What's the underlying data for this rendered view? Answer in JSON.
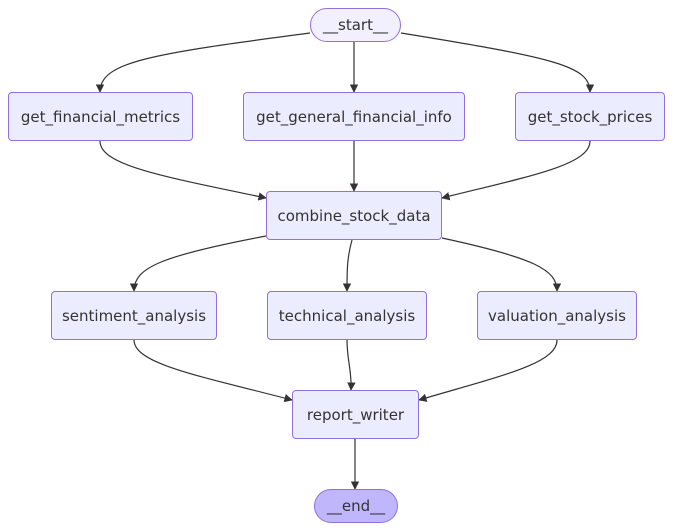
{
  "nodes": {
    "start": "__start__",
    "get_financial_metrics": "get_financial_metrics",
    "get_general_financial_info": "get_general_financial_info",
    "get_stock_prices": "get_stock_prices",
    "combine_stock_data": "combine_stock_data",
    "sentiment_analysis": "sentiment_analysis",
    "technical_analysis": "technical_analysis",
    "valuation_analysis": "valuation_analysis",
    "report_writer": "report_writer",
    "end": "__end__"
  },
  "edges": [
    [
      "start",
      "get_financial_metrics"
    ],
    [
      "start",
      "get_general_financial_info"
    ],
    [
      "start",
      "get_stock_prices"
    ],
    [
      "get_financial_metrics",
      "combine_stock_data"
    ],
    [
      "get_general_financial_info",
      "combine_stock_data"
    ],
    [
      "get_stock_prices",
      "combine_stock_data"
    ],
    [
      "combine_stock_data",
      "sentiment_analysis"
    ],
    [
      "combine_stock_data",
      "technical_analysis"
    ],
    [
      "combine_stock_data",
      "valuation_analysis"
    ],
    [
      "sentiment_analysis",
      "report_writer"
    ],
    [
      "technical_analysis",
      "report_writer"
    ],
    [
      "valuation_analysis",
      "report_writer"
    ],
    [
      "report_writer",
      "end"
    ]
  ],
  "colors": {
    "node_fill": "#ECECFF",
    "node_border": "#9370DB",
    "terminal_fill": "#BFB6FC",
    "edge": "#333333",
    "text": "#333333"
  }
}
